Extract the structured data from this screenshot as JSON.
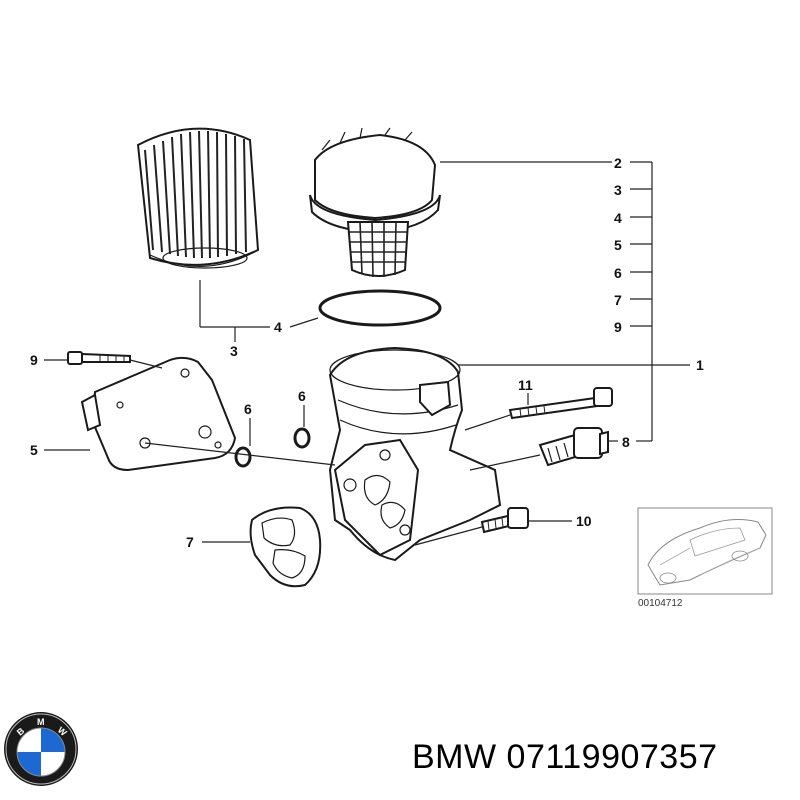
{
  "callouts": {
    "c2": "2",
    "c3a": "3",
    "c4a": "4",
    "c5a": "5",
    "c6a": "6",
    "c7a": "7",
    "c9a": "9",
    "c1": "1",
    "c11": "11",
    "c8": "8",
    "c10": "10",
    "c9b": "9",
    "c5b": "5",
    "c6b": "6",
    "c6c": "6",
    "c7b": "7",
    "c4b": "4",
    "c3b": "3"
  },
  "reference_code": "00104712",
  "caption": {
    "brand": "BMW",
    "part_number": "07119907357"
  },
  "logo": {
    "letters": "BMW",
    "colors": {
      "blue": "#1c69d4",
      "white": "#ffffff",
      "ring": "#1a1a1a"
    }
  }
}
